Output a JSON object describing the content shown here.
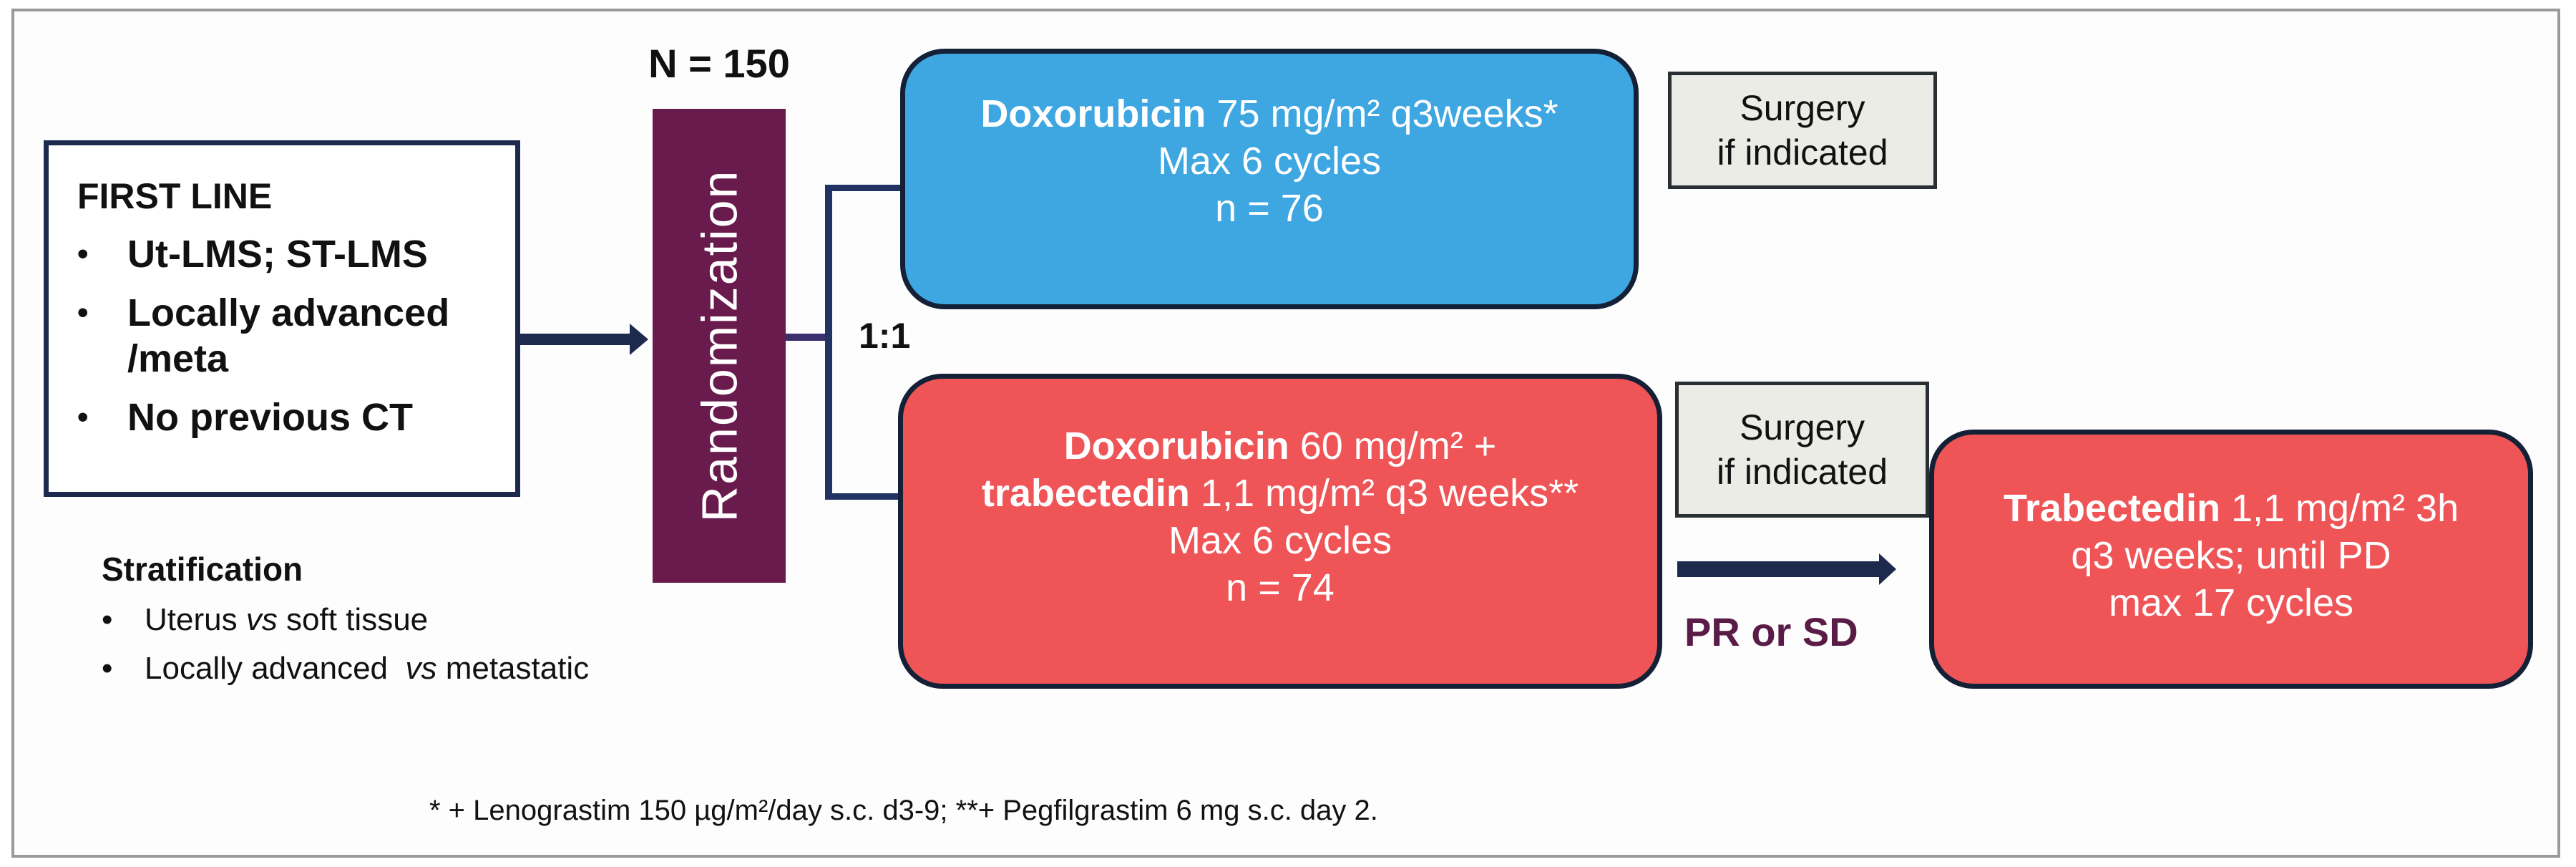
{
  "first_line": {
    "title": "FIRST LINE",
    "bullet_glyph": "•",
    "items": [
      "Ut-LMS; ST-LMS",
      "Locally advanced /meta",
      "No previous CT"
    ]
  },
  "stratification": {
    "title": "Stratification",
    "bullet_glyph": "•",
    "items": [
      {
        "a": "Uterus ",
        "vs": "vs",
        "b": " soft tissue"
      },
      {
        "a": "Locally advanced  ",
        "vs": "vs",
        "b": " metastatic"
      }
    ]
  },
  "randomization": {
    "total": "N = 150",
    "label": "Randomization",
    "ratio": "1:1",
    "color": "#6a1b4d"
  },
  "arms": {
    "blue": {
      "drug": "Doxorubicin",
      "dose": " 75 mg/m² q3weeks*",
      "cycles": "Max 6 cycles",
      "n": "n = 76",
      "color": "#3ea6e0"
    },
    "red": {
      "drug1": "Doxorubicin",
      "dose1": " 60 mg/m² +",
      "drug2": "trabectedin",
      "dose2": " 1,1 mg/m² q3 weeks**",
      "cycles": "Max 6 cycles",
      "n": "n = 74",
      "color": "#ef5457"
    },
    "maintenance": {
      "drug": "Trabectedin",
      "dose": " 1,1 mg/m² 3h",
      "schedule": "q3 weeks; until PD",
      "cycles": "max 17 cycles",
      "color": "#ef5457"
    }
  },
  "surgery": {
    "line1": "Surgery",
    "line2": "if indicated"
  },
  "transition": {
    "label": "PR or SD",
    "color": "#5a1c47"
  },
  "footnote": "* + Lenograstim 150 µg/m²/day s.c. d3-9; **+ Pegfilgrastim 6 mg s.c. day 2."
}
